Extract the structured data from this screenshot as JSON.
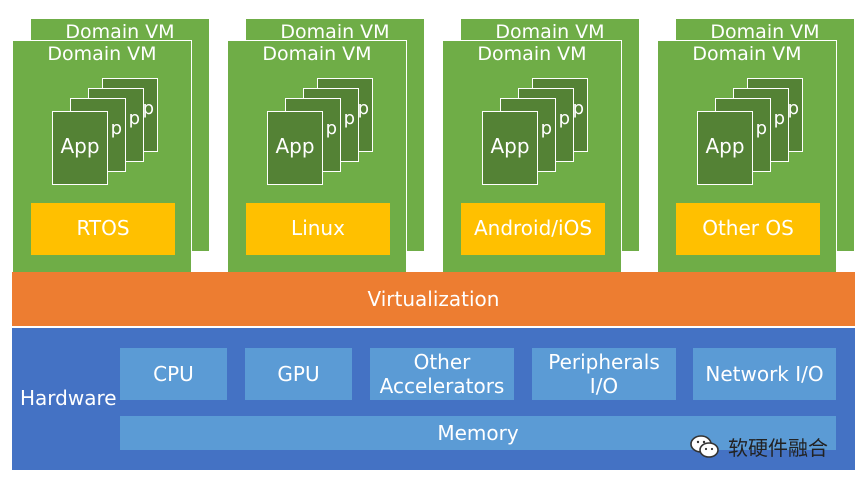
{
  "vm_title": "Domain VM",
  "app_label": "App",
  "app_peek": "p",
  "os_labels": [
    "RTOS",
    "Linux",
    "Android/iOS",
    "Other OS"
  ],
  "virtualization_label": "Virtualization",
  "hardware": {
    "label": "Hardware",
    "components": [
      "CPU",
      "GPU",
      "Other\nAccelerators",
      "Peripherals\nI/O",
      "Network I/O"
    ],
    "memory_label": "Memory"
  },
  "watermark": {
    "icon": "wechat-icon",
    "text": "软硬件融合"
  },
  "colors": {
    "vm_green": "#6fad47",
    "app_green": "#548235",
    "os_yellow": "#ffc000",
    "virtualization_orange": "#ed7d31",
    "hardware_blue": "#4472c4",
    "component_blue": "#5b9bd5"
  }
}
